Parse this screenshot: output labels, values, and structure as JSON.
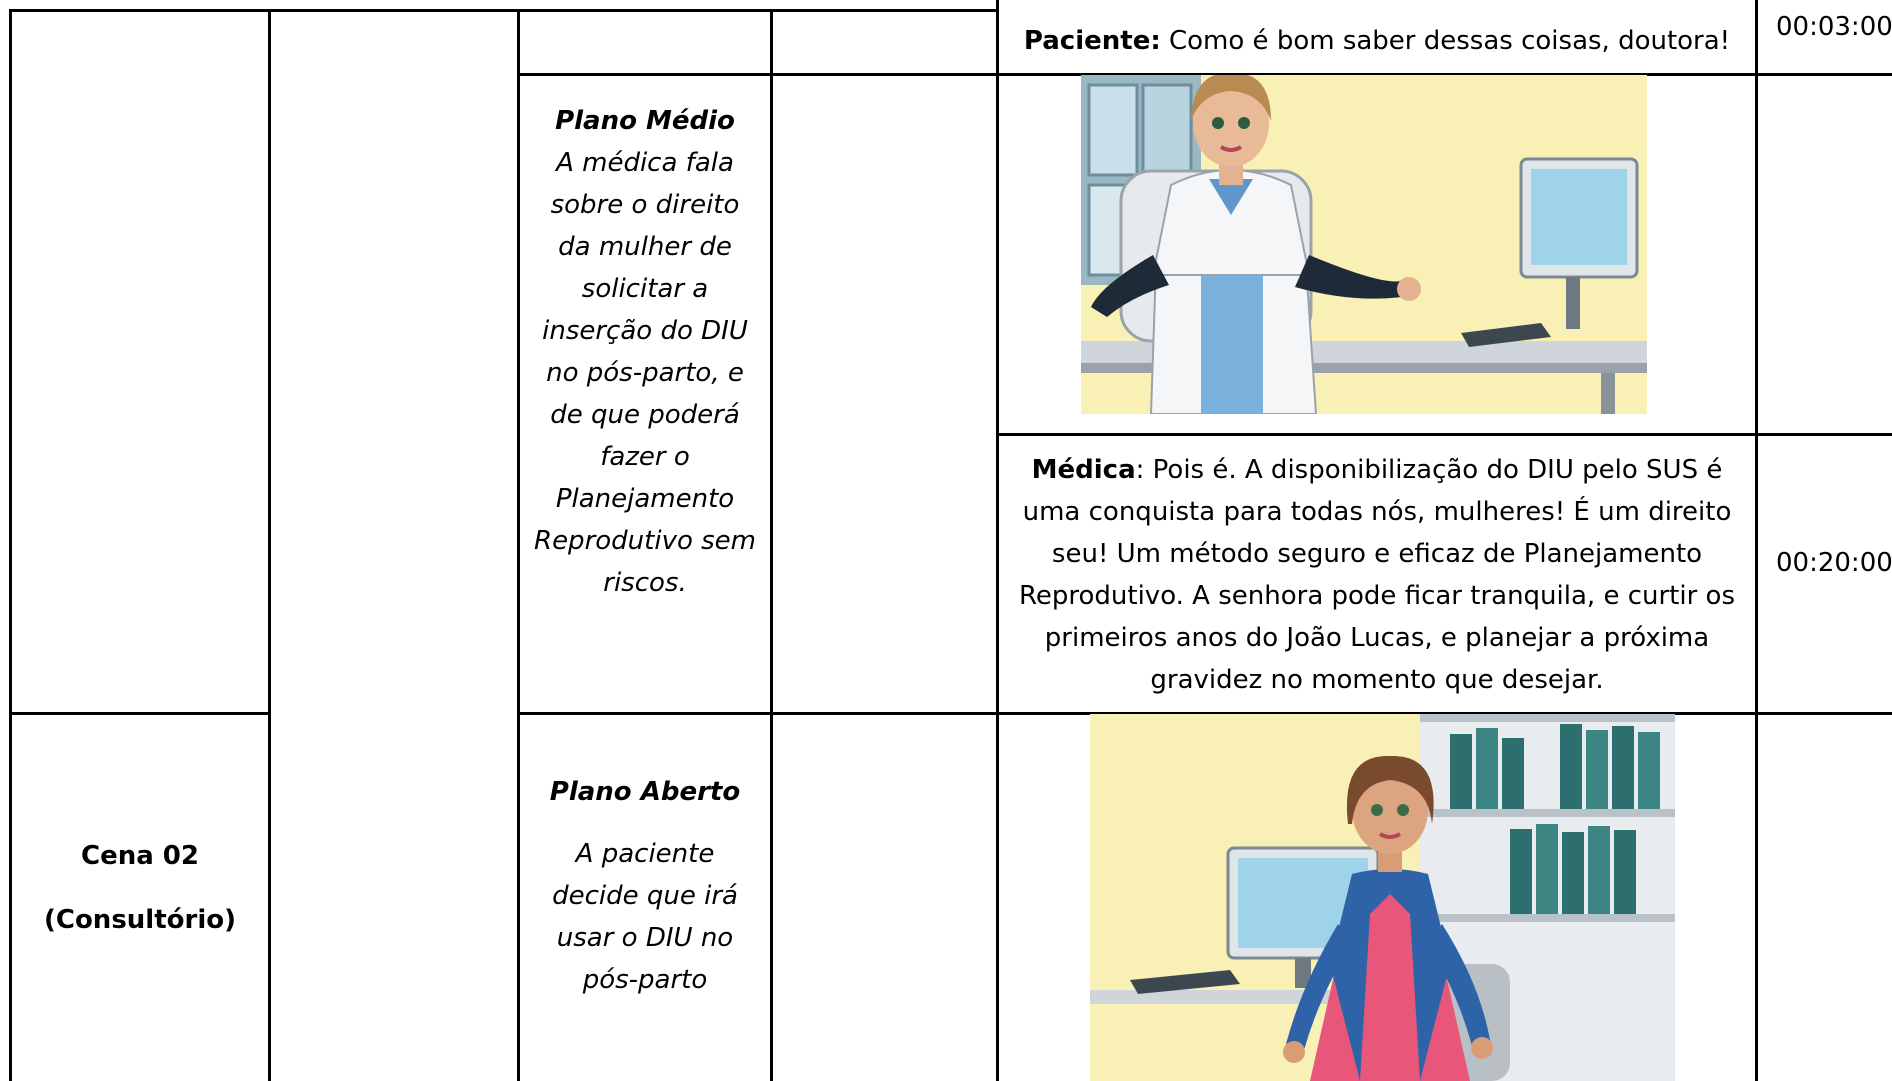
{
  "rows": {
    "row1": {
      "dialogue": {
        "speaker": "Paciente:",
        "text": " Como é bom saber dessas coisas, doutora!"
      },
      "time": "00:03:00"
    },
    "row2": {
      "shot": {
        "title": "Plano Médio",
        "description": "A médica fala sobre o direito da mulher de solicitar a inserção do DIU no pós-parto, e de que poderá fazer o Planejamento Reprodutivo sem riscos."
      },
      "image": {
        "subject": "doctor-at-desk",
        "bg_color": "#f8f0b4"
      }
    },
    "row3": {
      "dialogue": {
        "speaker": "Médica",
        "text": ": Pois é. A disponibilização do DIU pelo SUS é uma conquista para todas nós, mulheres! É um direito seu! Um método seguro e eficaz de Planejamento Reprodutivo. A senhora pode ficar tranquila, e curtir os primeiros anos do João Lucas, e planejar a próxima gravidez no momento que desejar."
      },
      "time": "00:20:00"
    },
    "row4": {
      "scene": {
        "title": "Cena 02",
        "subtitle": "(Consultório)"
      },
      "shot": {
        "title": "Plano Aberto",
        "description": "A paciente decide que irá usar o DIU no pós-parto"
      },
      "image": {
        "subject": "patient-in-office",
        "bg_color": "#f8f0b4"
      }
    }
  }
}
